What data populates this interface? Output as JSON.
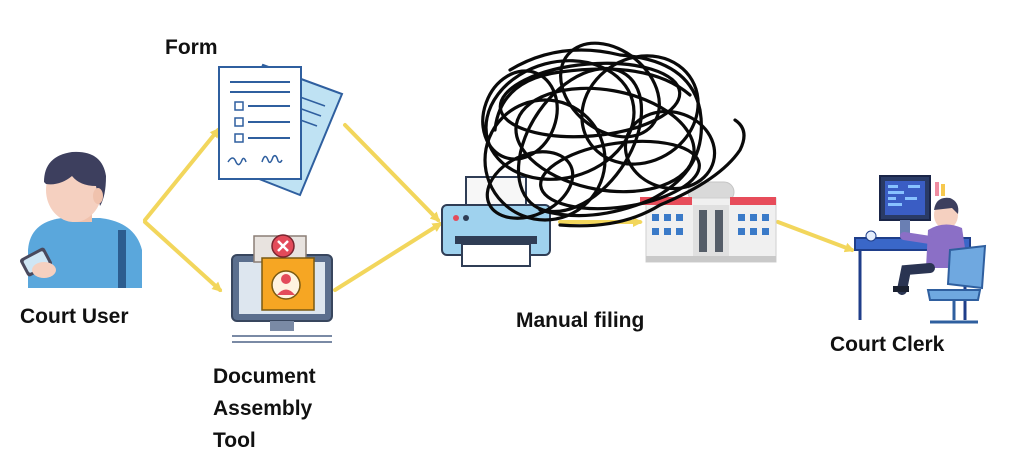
{
  "labels": {
    "court_user": "Court User",
    "form": "Form",
    "document_assembly_tool": [
      "Document",
      "Assembly",
      "Tool"
    ],
    "manual_filing": "Manual filing",
    "court_clerk": "Court Clerk"
  },
  "colors": {
    "arrow": "#f2d65c",
    "scribble": "#0a0a0a",
    "shirt": "#5aa7dc",
    "hair": "#3d3f5e",
    "skin": "#f5d0c0",
    "paper_line": "#2f5f9f",
    "paper_back": "#bfe2f3",
    "monitor": "#4f6f92",
    "orange_card": "#f6a623",
    "red_badge": "#e34b5a",
    "printer_body": "#9fd2ee",
    "building_wall": "#f0f0f0",
    "building_roof": "#e74c5a",
    "desk_blue": "#3a67c8",
    "clerk_purple": "#8b6fc6"
  },
  "icons": [
    "person-icon",
    "form-icon",
    "document-assembly-icon",
    "printer-icon",
    "courthouse-icon",
    "clerk-desk-icon",
    "scribble-icon"
  ]
}
